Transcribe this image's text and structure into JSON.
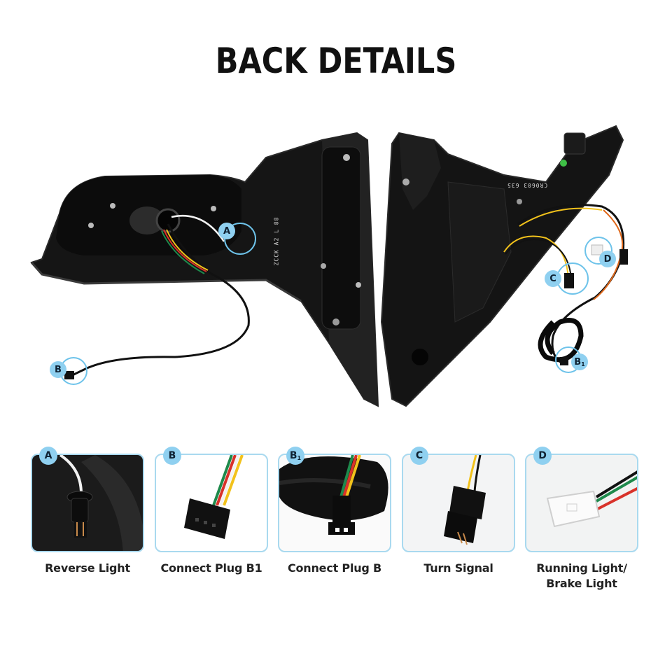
{
  "title": "BACK DETAILS",
  "product": {
    "description": "Pair of smoked tail light housings shown from the back with wiring harnesses",
    "stamps": {
      "left_housing": "ZCCK A2 L 88",
      "right_housing": "CR0603 635"
    },
    "callouts": [
      {
        "id": "A",
        "label": "A",
        "sub": ""
      },
      {
        "id": "B",
        "label": "B",
        "sub": ""
      },
      {
        "id": "C",
        "label": "C",
        "sub": ""
      },
      {
        "id": "D",
        "label": "D",
        "sub": ""
      },
      {
        "id": "B1",
        "label": "B",
        "sub": "1"
      }
    ]
  },
  "details": [
    {
      "badge": "A",
      "badge_sub": "",
      "caption": "Reverse Light",
      "caption_line2": ""
    },
    {
      "badge": "B",
      "badge_sub": "",
      "caption": "Connect Plug B1",
      "caption_line2": ""
    },
    {
      "badge": "B",
      "badge_sub": "1",
      "caption": "Connect Plug B",
      "caption_line2": ""
    },
    {
      "badge": "C",
      "badge_sub": "",
      "caption": "Turn Signal",
      "caption_line2": ""
    },
    {
      "badge": "D",
      "badge_sub": "",
      "caption": "Running Light/",
      "caption_line2": "Brake Light"
    }
  ],
  "colors": {
    "callout_ring": "#6ec3ea",
    "badge_fill": "#8fd0f0",
    "card_border": "#a9d9ef",
    "housing": "#141414",
    "wire_red": "#d8322a",
    "wire_yellow": "#f2c21b",
    "wire_green": "#1e8a4c",
    "wire_white": "#f2f2f2",
    "wire_black": "#111111"
  }
}
